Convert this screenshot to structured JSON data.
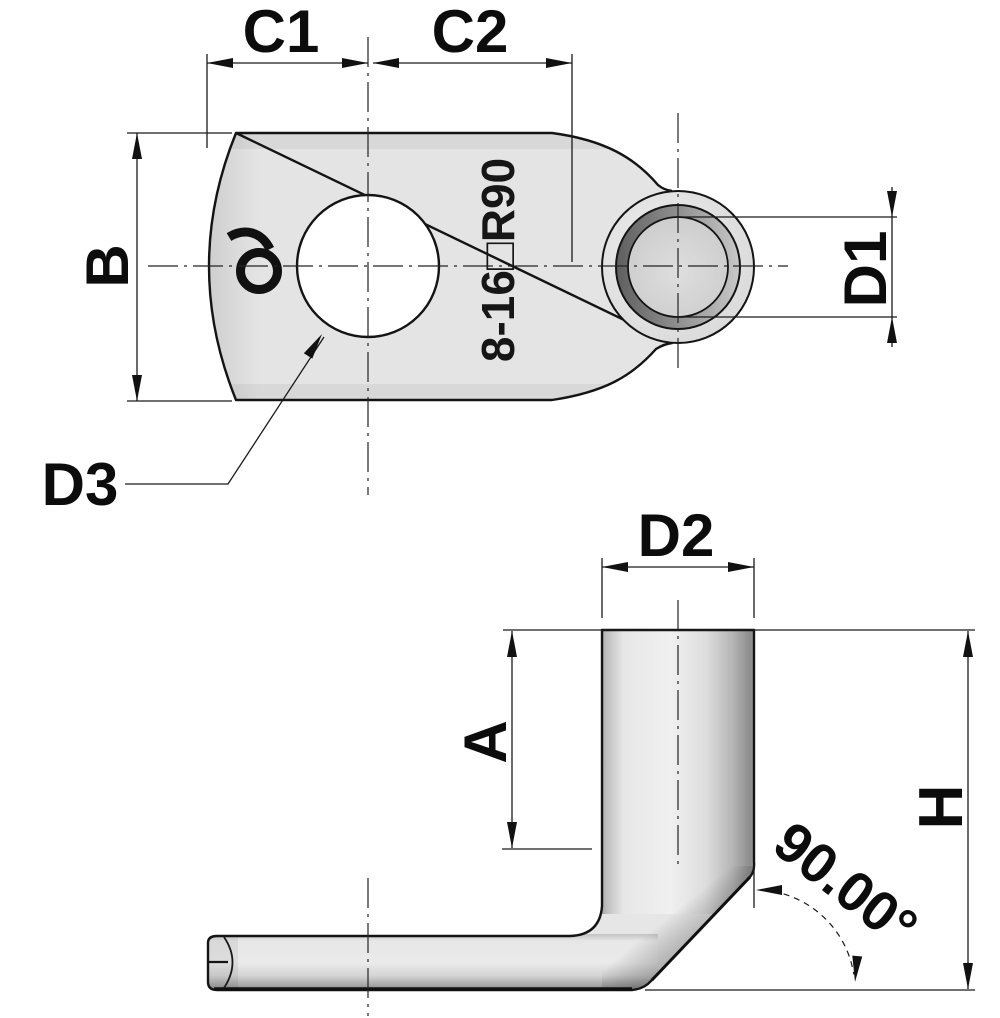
{
  "colors": {
    "background": "#ffffff",
    "outline": "#141414",
    "dimension_line": "#1a1a1a",
    "part_fill": "#e4e4e4",
    "bore_fill": "#d6d6d6",
    "wall_shadow": "#5f5f5f"
  },
  "top_view": {
    "dim_labels": {
      "c1": "C1",
      "c2": "C2",
      "b": "B",
      "d1": "D1",
      "d3": "D3"
    },
    "stamp_text": "8-16□R90"
  },
  "side_view": {
    "dim_labels": {
      "d2": "D2",
      "a": "A",
      "h": "H"
    },
    "angle_label": "90.00°"
  }
}
